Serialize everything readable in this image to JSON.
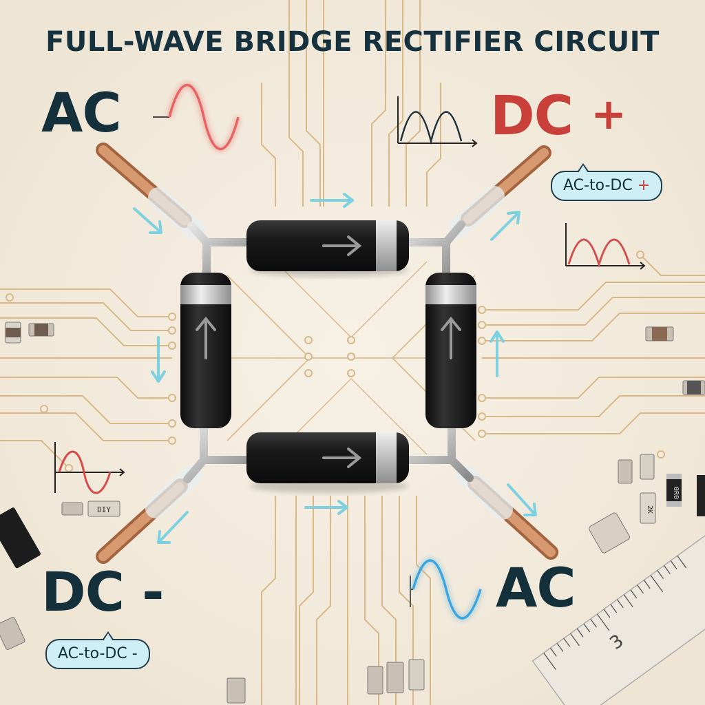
{
  "title": "FULL-WAVE BRIDGE RECTIFIER CIRCUIT",
  "labels": {
    "ac_top_left": "AC",
    "dc_plus_text": "DC",
    "dc_plus_sign": "+",
    "dc_minus": "DC -",
    "ac_bottom_right": "AC"
  },
  "bubbles": {
    "top_right_text": "AC-to-DC",
    "top_right_sign": "+",
    "bottom_left": "AC-to-DC -"
  },
  "components": {
    "smd_marking_left": "DIY",
    "smd_marking_right_1": "0R0",
    "smd_marking_right_2": "2K"
  },
  "ruler": {
    "visible_number": "3"
  },
  "colors": {
    "ac_wave": "#e86464",
    "ac_wave_blue": "#3aa6e0",
    "text_dark": "#14303b",
    "dc_red": "#c9403a",
    "trace": "#d8b886",
    "diode_body": "#1c1c1c",
    "diode_band": "#c9c9c9",
    "copper": "#c17a55",
    "arrow_cyan": "#7dd0e0"
  },
  "icons": [
    "sine-wave-icon",
    "rectified-wave-icon",
    "current-arrow-icon",
    "direction-arrow-icon"
  ]
}
